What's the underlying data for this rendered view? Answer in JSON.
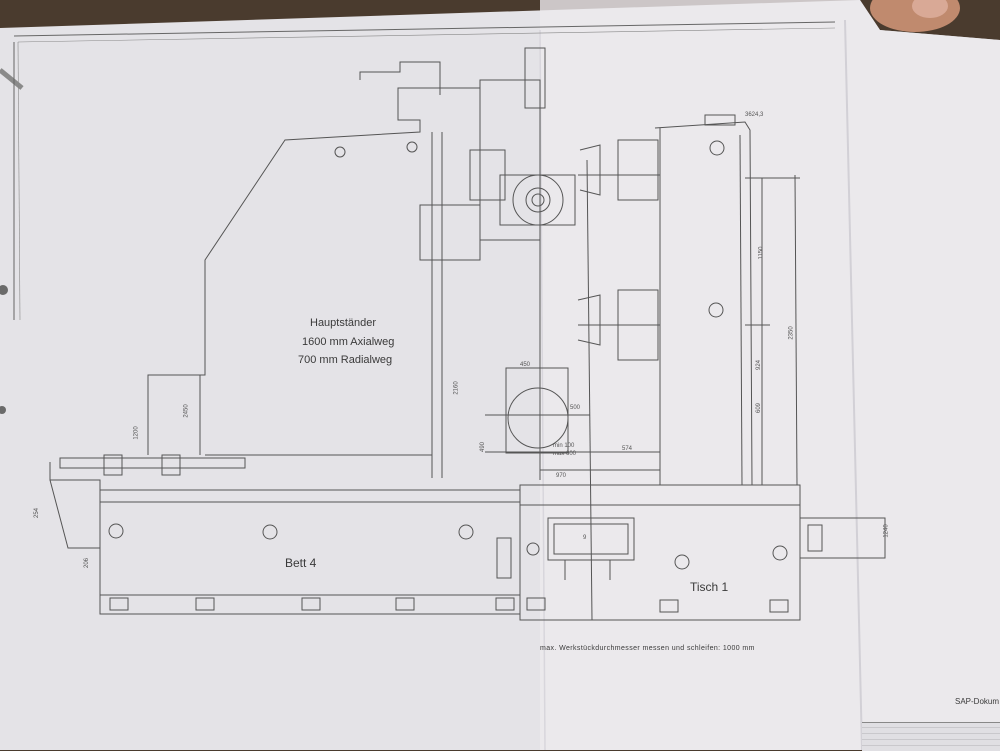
{
  "drawing": {
    "main_column": {
      "title": "Hauptständer",
      "axial": "1600 mm Axialweg",
      "radial": "700 mm Radialweg"
    },
    "bed_label": "Bett 4",
    "table_label": "Tisch 1",
    "note": "max. Werkstückdurchmesser messen und schleifen: 1000 mm",
    "corner_text": "SAP-Dokum",
    "dimensions": {
      "top_right": "3624,3",
      "d450": "450",
      "d1150": "1150",
      "d2160": "2160",
      "d2350": "2350",
      "d924": "924",
      "d609": "609",
      "d500": "500",
      "d490": "490",
      "d574": "574",
      "d970": "970",
      "dmin": "min 100",
      "dmax": "max 600",
      "d2450": "2450",
      "d1200": "1200",
      "d1240": "1240",
      "d254": "254",
      "d206": "206",
      "d9": "9"
    }
  },
  "colors": {
    "paper": "#e4e3e7",
    "paper_light": "#efeef1",
    "background": "#4a3b2e",
    "ink": "#555555"
  }
}
